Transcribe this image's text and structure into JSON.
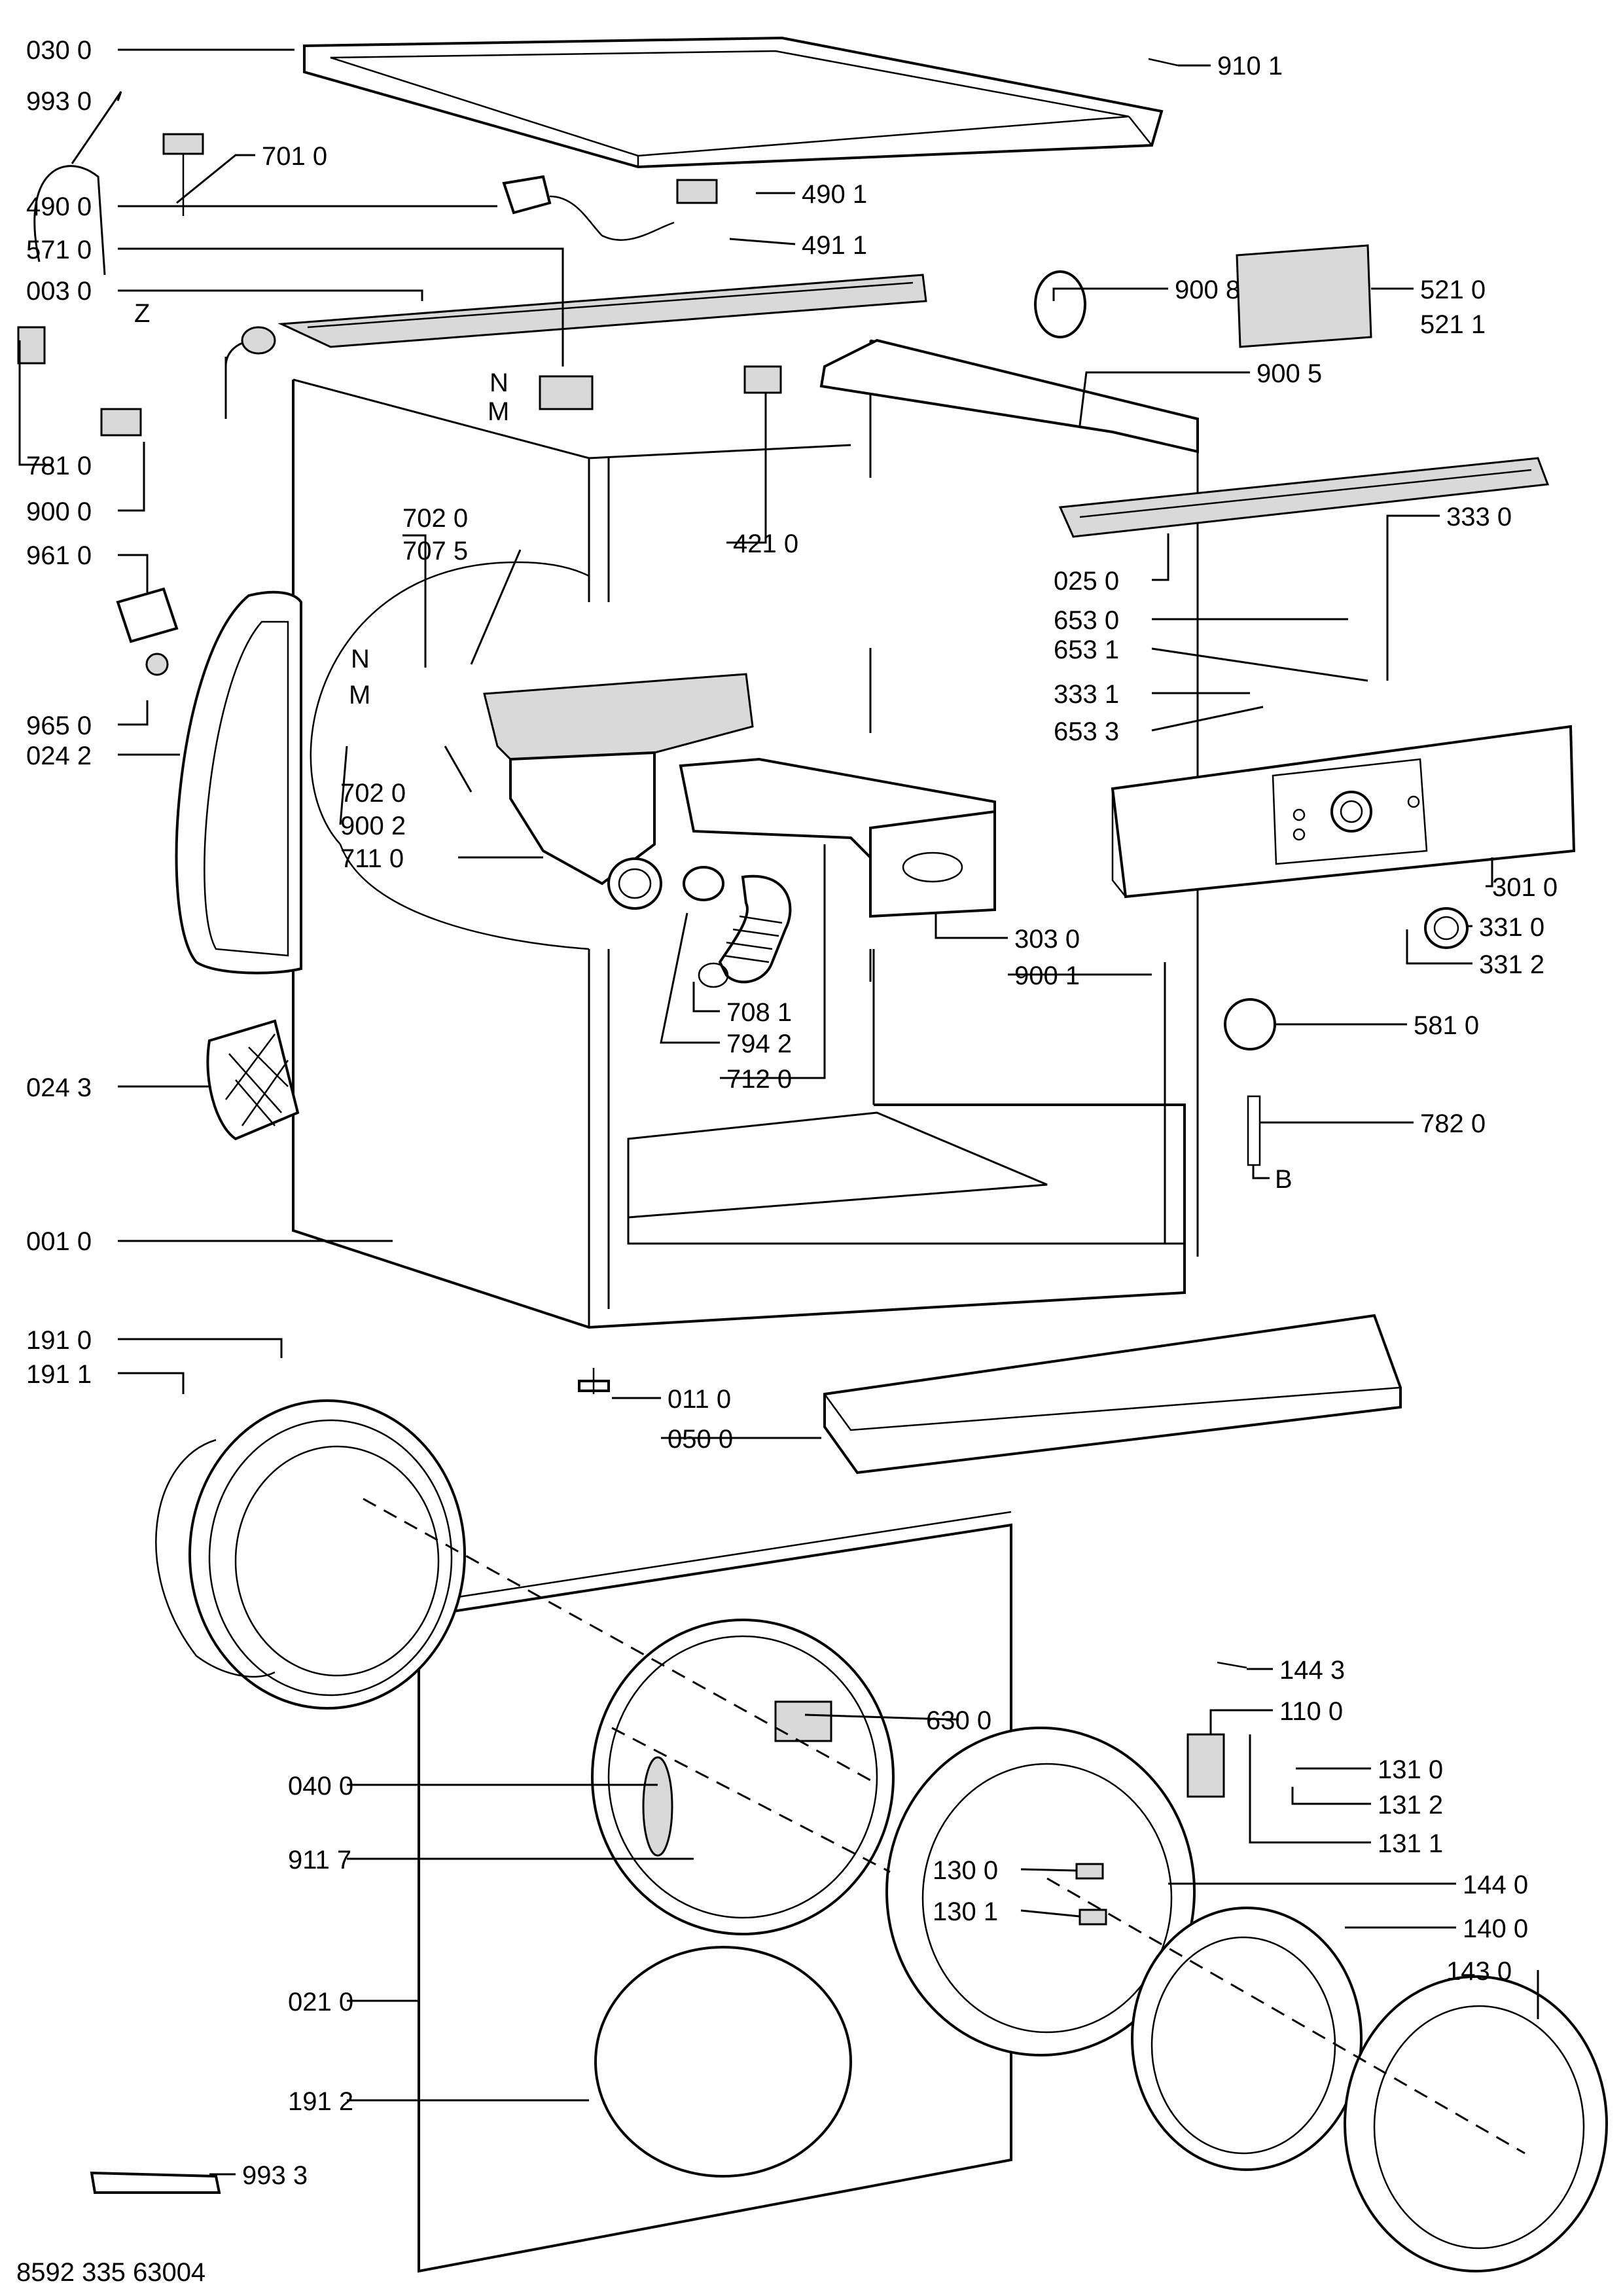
{
  "diagram": {
    "document_code": "8592 335 63004",
    "letters": {
      "n": "N",
      "m": "M",
      "z": "Z",
      "b": "B"
    },
    "parts": {
      "p0300": "030 0",
      "p9930": "993 0",
      "p7010": "701 0",
      "p4900": "490 0",
      "p5710": "571 0",
      "p0030": "003 0",
      "p7810": "781 0",
      "p9000": "900 0",
      "p9610": "961 0",
      "p9650": "965 0",
      "p0242": "024 2",
      "p7020a": "702 0",
      "p7075": "707 5",
      "p7020b": "702 0",
      "p9002": "900 2",
      "p7110": "711 0",
      "p0243": "024 3",
      "p0010": "001 0",
      "p9101": "910 1",
      "p4901": "490 1",
      "p4911": "491 1",
      "p9008": "900 8",
      "p5210": "521 0",
      "p5211": "521 1",
      "p9005": "900 5",
      "p4210": "421 0",
      "p3330": "333 0",
      "p0250": "025 0",
      "p6530": "653 0",
      "p6531": "653 1",
      "p3331": "333 1",
      "p6533": "653 3",
      "p3010": "301 0",
      "p3310": "331 0",
      "p3312": "331 2",
      "p3030": "303 0",
      "p9001": "900 1",
      "p7081": "708 1",
      "p7942": "794 2",
      "p7120": "712 0",
      "p5810": "581 0",
      "p7820": "782 0",
      "p1910": "191 0",
      "p1911": "191 1",
      "p0110": "011 0",
      "p0500": "050 0",
      "p6300": "630 0",
      "p0400": "040 0",
      "p9117": "911 7",
      "p0210": "021 0",
      "p1912": "191 2",
      "p9933": "993 3",
      "p1443": "144 3",
      "p1100": "110 0",
      "p1310": "131 0",
      "p1312": "131 2",
      "p1311": "131 1",
      "p1300": "130 0",
      "p1301": "130 1",
      "p1440": "144 0",
      "p1400": "140 0",
      "p1430": "143 0"
    }
  }
}
